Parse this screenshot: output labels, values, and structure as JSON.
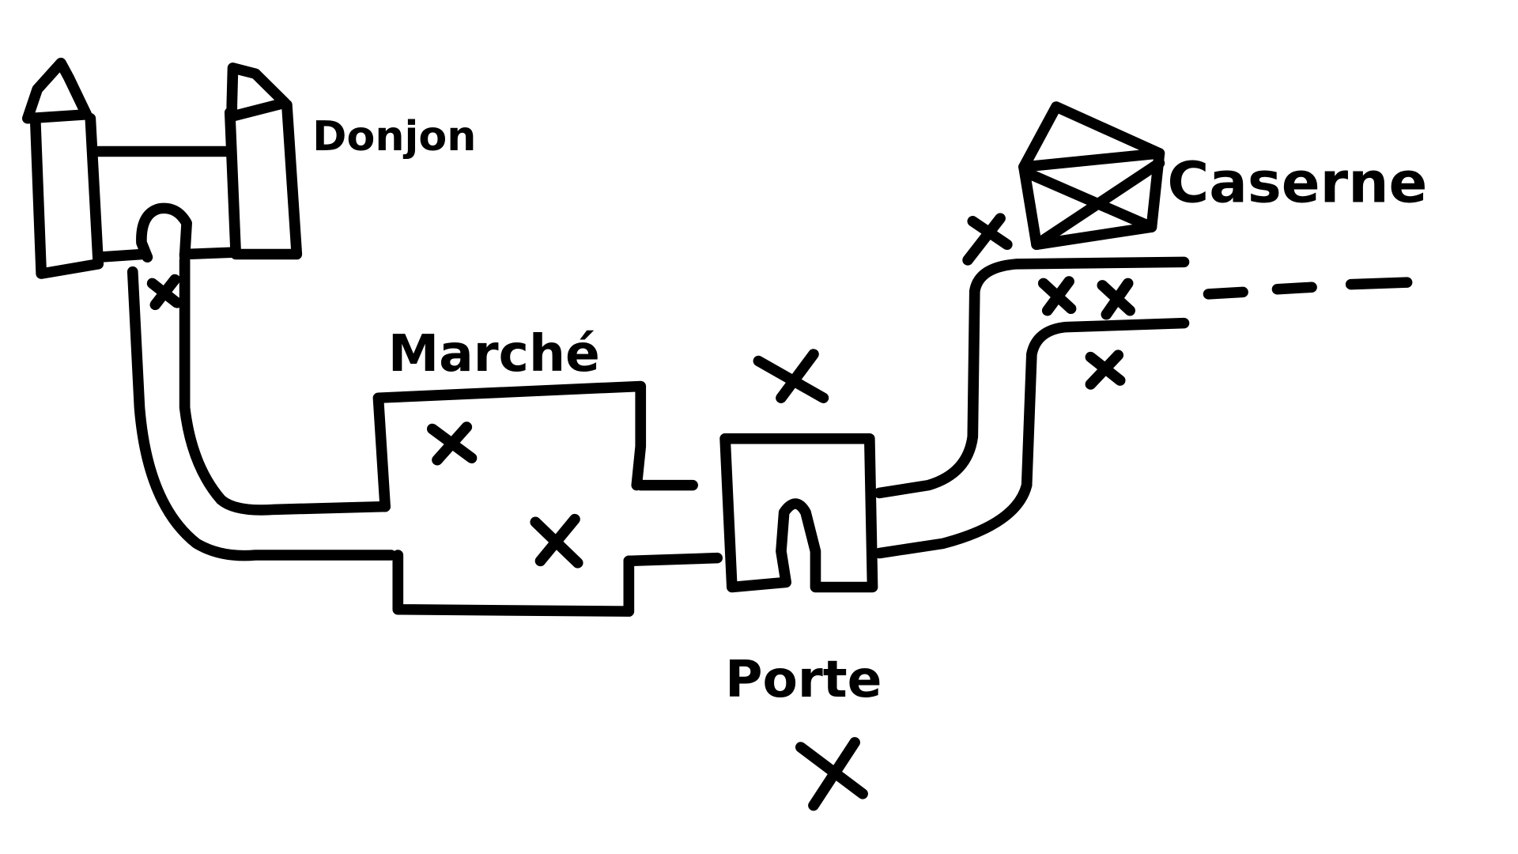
{
  "map": {
    "labels": {
      "donjon": "Donjon",
      "caserne": "Caserne",
      "marche": "Marché",
      "porte": "Porte"
    },
    "marker_symbol": "×",
    "ink_color": "#000000",
    "background_color": "#ffffff"
  }
}
